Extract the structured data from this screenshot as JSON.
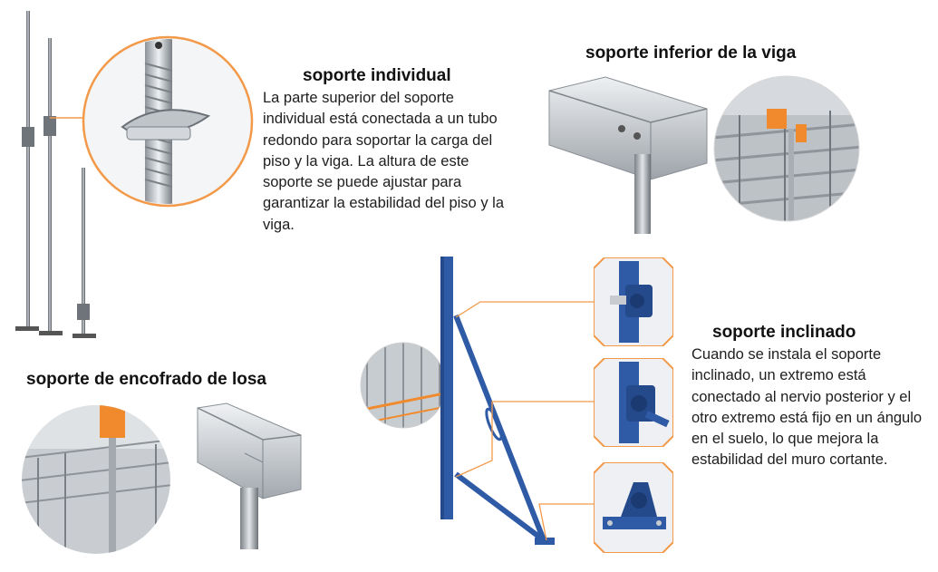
{
  "sections": {
    "individual": {
      "title": "soporte individual",
      "description": "La parte superior del soporte individual está conectada a un tubo redondo para soportar la carga del piso y la viga. La altura de este soporte se puede ajustar para garantizar la estabilidad del piso y la viga."
    },
    "beam_bottom": {
      "title": "soporte inferior de la viga"
    },
    "slab_formwork": {
      "title": "soporte de encofrado de losa"
    },
    "inclined": {
      "title": "soporte inclinado",
      "description": "Cuando se instala el soporte inclinado, un extremo está conectado al nervio posterior y el otro extremo está fijo en un ángulo en el suelo, lo que mejora la estabilidad del muro cortante."
    }
  },
  "colors": {
    "accent": "#f39a4a",
    "steel_blue": "#2f5aa6",
    "steel_gray": "#9aa0a6"
  },
  "icons": [
    "prop-illustration",
    "beam-head-illustration",
    "slab-support-photo",
    "inclined-brace-illustration"
  ]
}
